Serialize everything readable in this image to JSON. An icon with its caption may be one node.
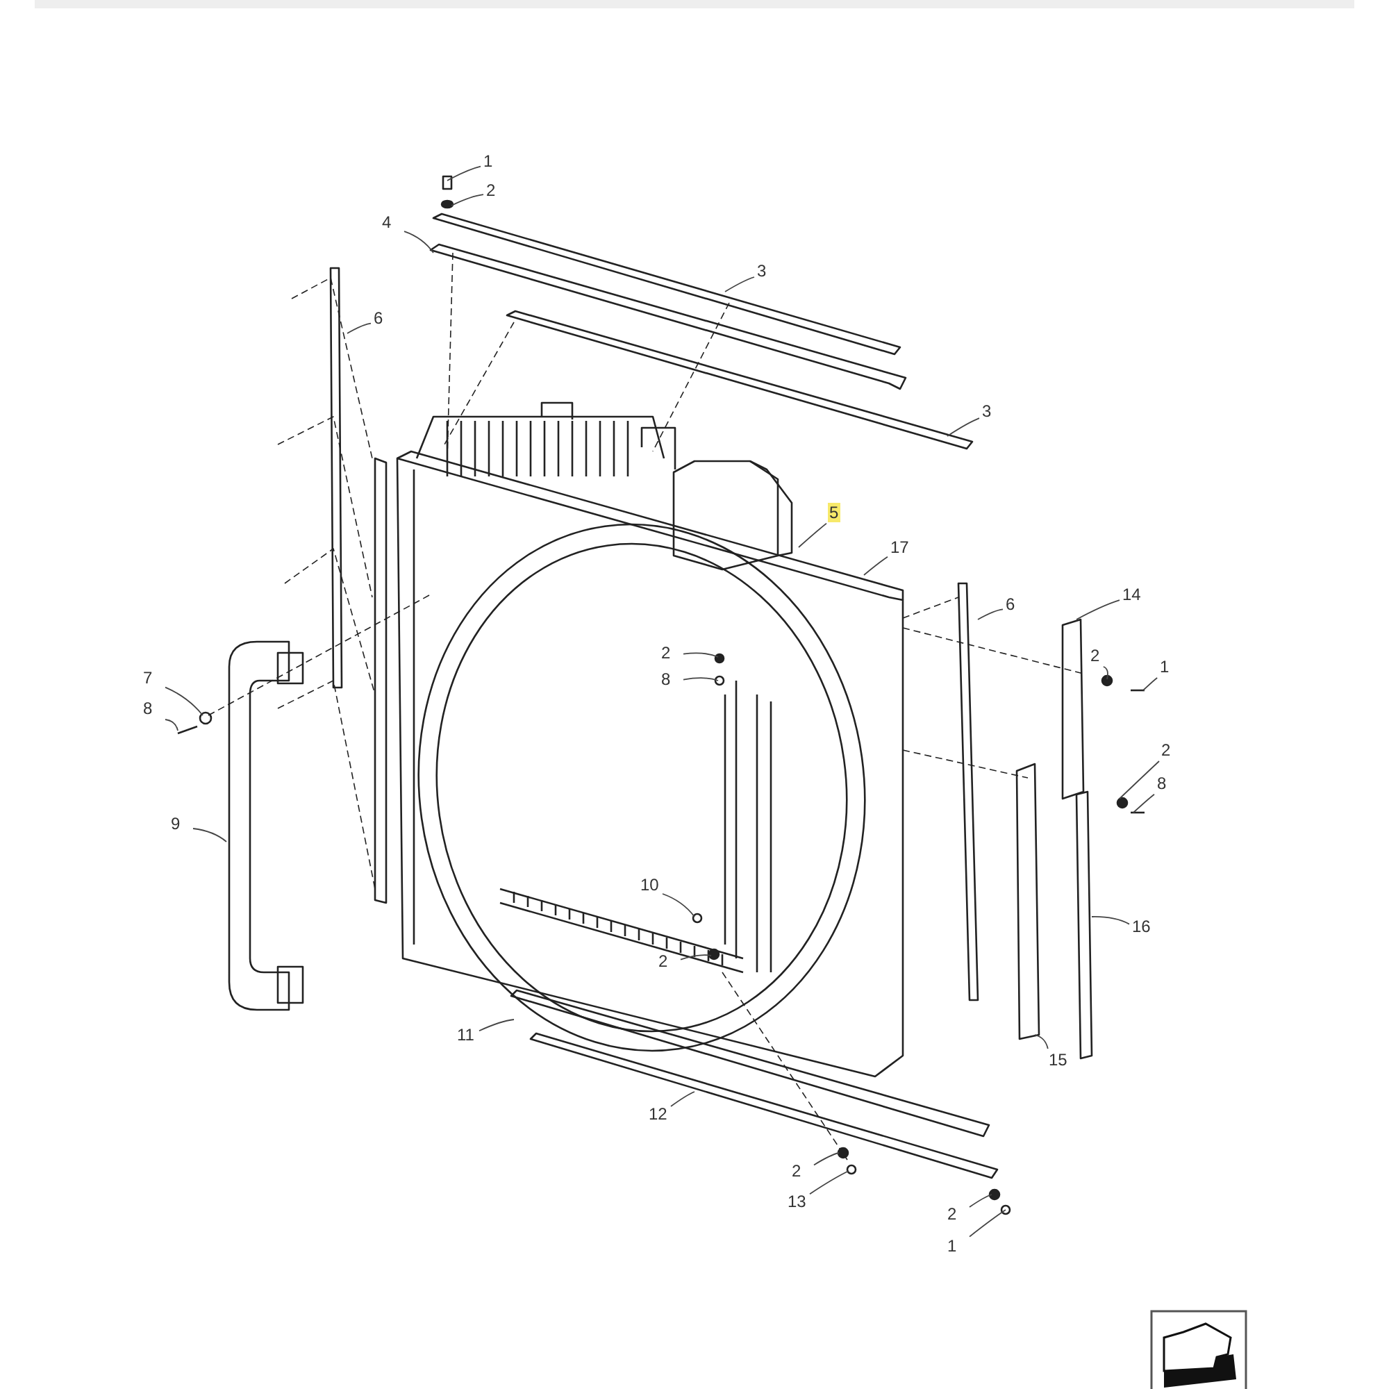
{
  "diagram": {
    "nodes": [
      {
        "text": [
          "1"
        ]
      },
      {
        "text": [
          "2"
        ]
      },
      {
        "text": [
          "4"
        ]
      },
      {
        "text": [
          "3"
        ]
      },
      {
        "text": [
          "6"
        ]
      },
      {
        "text": [
          "3"
        ]
      },
      {
        "text": [
          "5"
        ]
      },
      {
        "text": [
          "17"
        ]
      },
      {
        "text": [
          "14"
        ]
      },
      {
        "text": [
          "6"
        ]
      },
      {
        "text": [
          "2"
        ]
      },
      {
        "text": [
          "2"
        ]
      },
      {
        "text": [
          "1"
        ]
      },
      {
        "text": [
          "7"
        ]
      },
      {
        "text": [
          "8"
        ]
      },
      {
        "text": [
          "8"
        ]
      },
      {
        "text": [
          "2"
        ]
      },
      {
        "text": [
          "8"
        ]
      },
      {
        "text": [
          "9"
        ]
      },
      {
        "text": [
          "10"
        ]
      },
      {
        "text": [
          "16"
        ]
      },
      {
        "text": [
          "2"
        ]
      },
      {
        "text": [
          "11"
        ]
      },
      {
        "text": [
          "15"
        ]
      },
      {
        "text": [
          "12"
        ]
      },
      {
        "text": [
          "2"
        ]
      },
      {
        "text": [
          "13"
        ]
      },
      {
        "text": [
          "2"
        ]
      },
      {
        "text": [
          "1"
        ]
      }
    ],
    "edges": [
      {
        "from": 0,
        "to": null,
        "arrow": "none"
      },
      {
        "from": 1,
        "to": null,
        "arrow": "none"
      },
      {
        "from": 2,
        "to": null,
        "arrow": "none"
      },
      {
        "from": 3,
        "to": null,
        "arrow": "none"
      },
      {
        "from": 4,
        "to": null,
        "arrow": "none"
      },
      {
        "from": 5,
        "to": null,
        "arrow": "none"
      },
      {
        "from": 6,
        "to": null,
        "arrow": "none"
      },
      {
        "from": 7,
        "to": null,
        "arrow": "none"
      },
      {
        "from": 8,
        "to": null,
        "arrow": "none"
      },
      {
        "from": 9,
        "to": null,
        "arrow": "none"
      },
      {
        "from": 10,
        "to": null,
        "arrow": "none"
      },
      {
        "from": 11,
        "to": null,
        "arrow": "none"
      },
      {
        "from": 12,
        "to": null,
        "arrow": "none"
      },
      {
        "from": 13,
        "to": null,
        "arrow": "none"
      },
      {
        "from": 14,
        "to": null,
        "arrow": "none"
      },
      {
        "from": 15,
        "to": null,
        "arrow": "none"
      },
      {
        "from": 16,
        "to": null,
        "arrow": "none"
      },
      {
        "from": 17,
        "to": null,
        "arrow": "none"
      },
      {
        "from": 18,
        "to": null,
        "arrow": "none"
      },
      {
        "from": 19,
        "to": null,
        "arrow": "none"
      },
      {
        "from": 20,
        "to": null,
        "arrow": "none"
      },
      {
        "from": 21,
        "to": null,
        "arrow": "none"
      },
      {
        "from": 22,
        "to": null,
        "arrow": "none"
      },
      {
        "from": 23,
        "to": null,
        "arrow": "none"
      },
      {
        "from": 24,
        "to": null,
        "arrow": "none"
      },
      {
        "from": 25,
        "to": null,
        "arrow": "none"
      },
      {
        "from": 26,
        "to": null,
        "arrow": "none"
      },
      {
        "from": 27,
        "to": null,
        "arrow": "none"
      },
      {
        "from": 28,
        "to": null,
        "arrow": "none"
      }
    ]
  }
}
